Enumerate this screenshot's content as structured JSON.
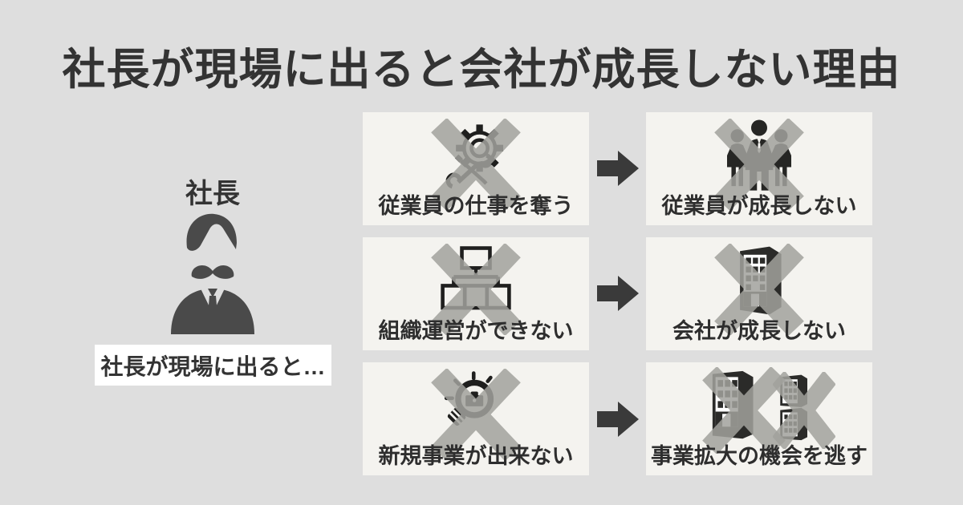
{
  "title": "社長が現場に出ると会社が成長しない理由",
  "president": {
    "label": "社長",
    "caption": "社長が現場に出ると…"
  },
  "rows": [
    {
      "cause": {
        "icon": "gear-tools-crossed-icon",
        "label": "従業員の仕事を奪う"
      },
      "effect": {
        "icon": "employees-crossed-icon",
        "label": "従業員が成長しない"
      }
    },
    {
      "cause": {
        "icon": "org-chart-crossed-icon",
        "label": "組織運営ができない"
      },
      "effect": {
        "icon": "office-building-crossed-icon",
        "label": "会社が成長しない"
      }
    },
    {
      "cause": {
        "icon": "idea-bulb-crossed-icon",
        "label": "新規事業が出来ない"
      },
      "effect": {
        "icon": "buildings-expansion-crossed-icon",
        "label": "事業拡大の機会を逃す"
      }
    }
  ],
  "colors": {
    "background": "#dedede",
    "box_background": "#f4f3ef",
    "cross_gray": "#a2a29d",
    "icon_black": "#1f1f1e",
    "arrow_dark": "#3a3a3a",
    "president_gray": "#4a4a4a",
    "text_dark": "#333333",
    "caption_box_white": "#ffffff"
  }
}
